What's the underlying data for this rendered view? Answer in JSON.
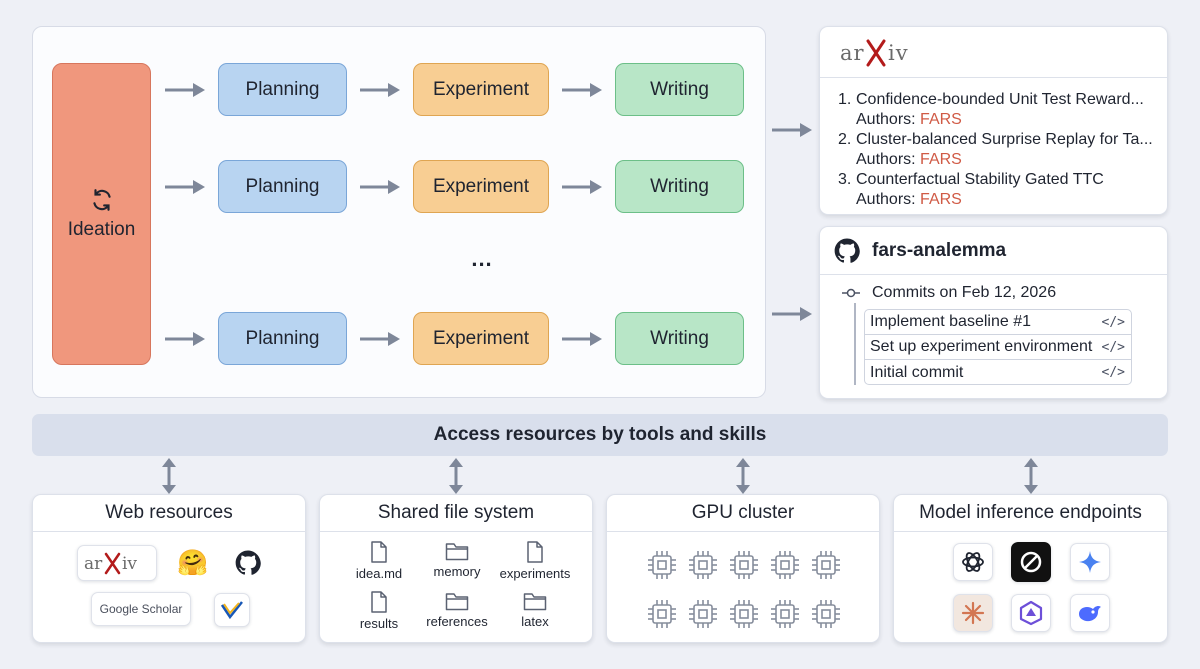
{
  "pipeline": {
    "ideation_label": "Ideation",
    "rows": [
      {
        "planning": "Planning",
        "experiment": "Experiment",
        "writing": "Writing"
      },
      {
        "planning": "Planning",
        "experiment": "Experiment",
        "writing": "Writing"
      },
      {
        "planning": "Planning",
        "experiment": "Experiment",
        "writing": "Writing"
      }
    ],
    "ellipsis": "...",
    "colors": {
      "ideation": "#f0977d",
      "planning": "#b8d4f1",
      "experiment": "#f8ce93",
      "writing": "#b8e6c7"
    }
  },
  "arxiv_card": {
    "logo_text": "arXiv",
    "papers": [
      {
        "num": "1.",
        "title": "Confidence-bounded Unit Test Reward...",
        "authors_label": "Authors:",
        "author": "FARS"
      },
      {
        "num": "2.",
        "title": "Cluster-balanced Surprise Replay for Ta...",
        "authors_label": "Authors:",
        "author": "FARS"
      },
      {
        "num": "3.",
        "title": "Counterfactual Stability Gated TTC",
        "authors_label": "Authors:",
        "author": "FARS"
      }
    ]
  },
  "github_card": {
    "icon": "github-icon",
    "repo": "fars-analemma",
    "commits_header": "Commits on Feb 12, 2026",
    "commits": [
      {
        "message": "Implement baseline #1",
        "icon": "</>"
      },
      {
        "message": "Set up experiment environment",
        "icon": "</>"
      },
      {
        "message": "Initial commit",
        "icon": "</>"
      }
    ]
  },
  "banner": {
    "label": "Access resources by tools and skills"
  },
  "resources": {
    "web": {
      "title": "Web resources",
      "items": [
        {
          "name": "arxiv-logo",
          "text": "arXiv"
        },
        {
          "name": "huggingface-icon",
          "text": "🤗"
        },
        {
          "name": "github-icon",
          "text": ""
        },
        {
          "name": "google-scholar-logo",
          "text": "Google Scholar"
        },
        {
          "name": "semantic-scholar-icon",
          "text": ""
        }
      ]
    },
    "files": {
      "title": "Shared file system",
      "items": [
        {
          "label": "idea.md",
          "type": "file"
        },
        {
          "label": "memory",
          "type": "folder"
        },
        {
          "label": "experiments",
          "type": "file"
        },
        {
          "label": "results",
          "type": "file"
        },
        {
          "label": "references",
          "type": "folder"
        },
        {
          "label": "latex",
          "type": "folder"
        }
      ]
    },
    "gpu": {
      "title": "GPU cluster",
      "chip_count": 10
    },
    "models": {
      "title": "Model inference endpoints",
      "items": [
        "openai-icon",
        "zero-icon",
        "gemini-icon",
        "claude-icon",
        "qwen-icon",
        "deepseek-icon"
      ]
    }
  }
}
